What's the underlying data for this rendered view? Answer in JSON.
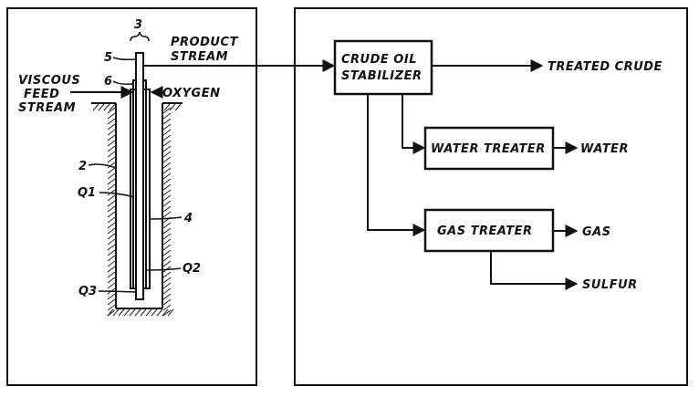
{
  "well": {
    "callouts": {
      "assembly": "3",
      "outer_tube": "5",
      "middle_tube": "6",
      "borehole": "2",
      "casing": "4",
      "q1": "Q1",
      "q2": "Q2",
      "q3": "Q3"
    },
    "labels": {
      "product_stream_1": "PRODUCT",
      "product_stream_2": "STREAM",
      "viscous_1": "VISCOUS",
      "viscous_2": "FEED",
      "viscous_3": "STREAM",
      "oxygen": "OXYGEN"
    }
  },
  "process": {
    "stabilizer_1": "CRUDE OIL",
    "stabilizer_2": "STABILIZER",
    "treated_crude": "TREATED CRUDE",
    "water_treater": "WATER TREATER",
    "water": "WATER",
    "gas_treater": "GAS TREATER",
    "gas": "GAS",
    "sulfur": "SULFUR"
  }
}
